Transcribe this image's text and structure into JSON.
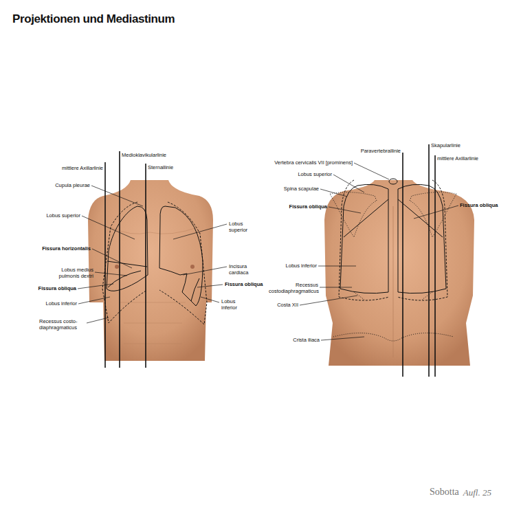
{
  "diagram": {
    "title": "Projektionen und Mediastinum",
    "labels": [
      "mittlere Axillarlinie",
      "Medioklavikularlinie",
      "Sternallinie",
      "Cupula pleurae",
      "Lobus superior",
      "Lobus superior",
      "Fissura horizontalis",
      "Lobus medius pulmonis dextri",
      "Incisura cardiaca",
      "Fissura obliqua",
      "Fissura obliqua",
      "Lobus inferior",
      "Lobus inferior",
      "Recessus costo- diaphragmaticus",
      "Paravertebrallinie",
      "Skapularlinie",
      "mittlere Axillarlinie",
      "Vertebra cervicalis VII [prominens]",
      "Lobus superior",
      "Spina scapulae",
      "Fissura obliqua",
      "Fissura obliqua",
      "Lobus inferior",
      "Recessus costodiaphragmaticus",
      "Costa XII",
      "Crista iliaca",
      "Sobotta",
      "Aufl. 25"
    ]
  }
}
